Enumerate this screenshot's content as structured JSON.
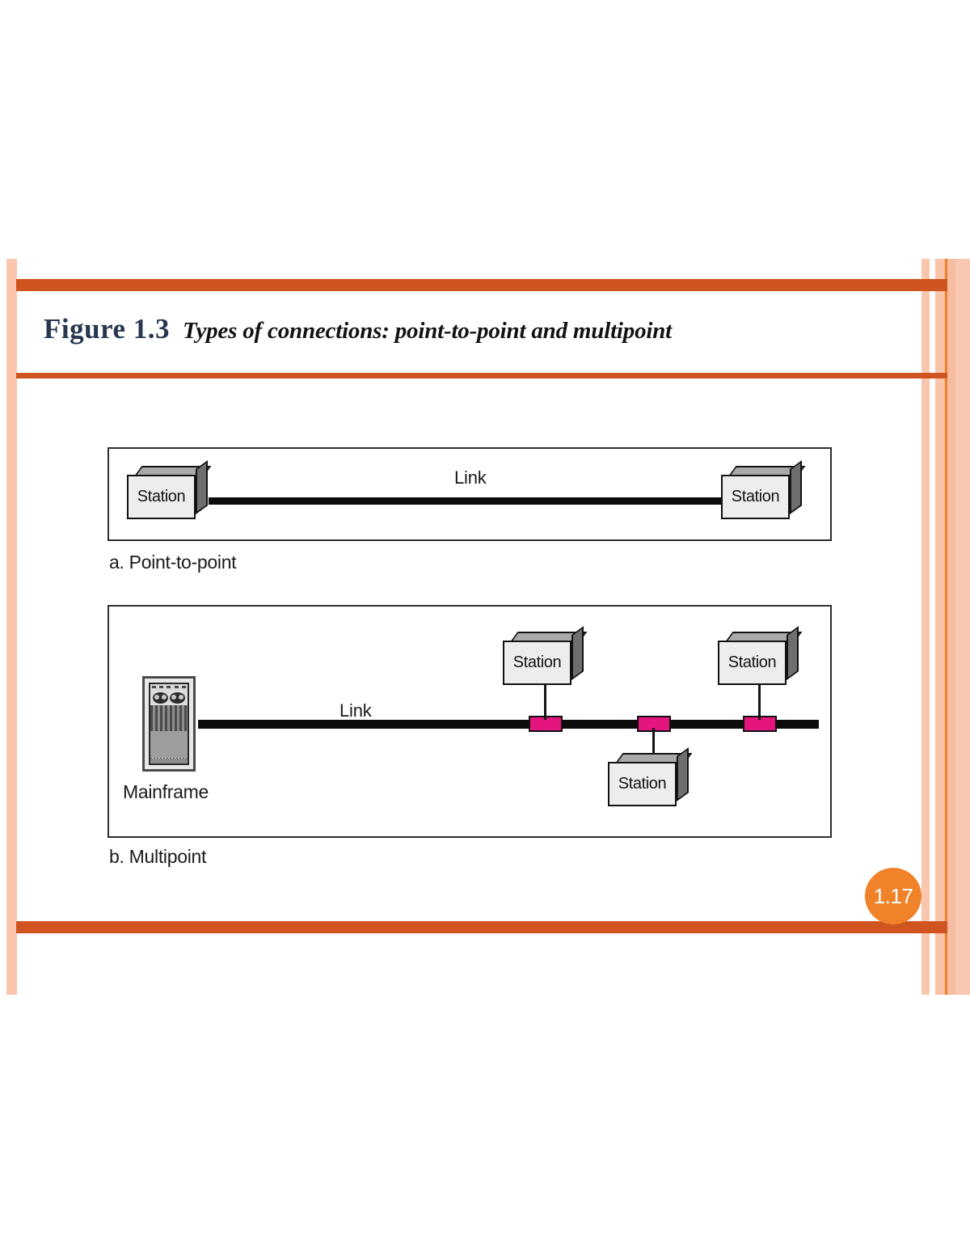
{
  "slide": {
    "figure_label": "Figure 1.3",
    "figure_caption": "Types of connections: point-to-point and multipoint",
    "page_number": "1.17",
    "colors": {
      "accent_bar": "#cf5420",
      "stripe_light": "#fac7ae",
      "stripe_orange": "#f07f2a",
      "title_navy": "#27374f",
      "badge_orange": "#f08229",
      "tap_magenta": "#e5157f",
      "box_face": "#eceded",
      "box_top": "#a9a9a9",
      "box_side": "#6f6f6f"
    }
  },
  "diagram": {
    "panel_a": {
      "caption": "a. Point-to-point",
      "link_label": "Link",
      "stations": [
        {
          "label": "Station",
          "position": "left"
        },
        {
          "label": "Station",
          "position": "right"
        }
      ]
    },
    "panel_b": {
      "caption": "b. Multipoint",
      "link_label": "Link",
      "mainframe_label": "Mainframe",
      "stations": [
        {
          "label": "Station",
          "position": "top-left"
        },
        {
          "label": "Station",
          "position": "top-right"
        },
        {
          "label": "Station",
          "position": "bottom-center"
        }
      ],
      "taps": 3
    }
  }
}
